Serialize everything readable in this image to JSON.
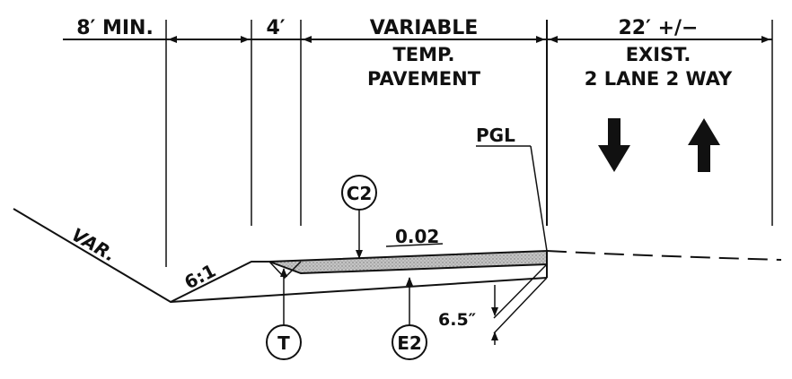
{
  "dimensions": {
    "shoulder": "8′ MIN.",
    "gap": "4′",
    "temp_pavement": [
      "VARIABLE",
      "TEMP.",
      "PAVEMENT"
    ],
    "existing": [
      "22′ +/−",
      "EXIST.",
      "2 LANE 2 WAY"
    ]
  },
  "labels": {
    "pgl": "PGL",
    "var": "VAR.",
    "slope_ratio": "6:1",
    "cross_slope": "0.02",
    "thickness": "6.5″"
  },
  "callouts": {
    "c2": "C2",
    "t": "T",
    "e2": "E2"
  },
  "colors": {
    "ink": "#111111",
    "pavement_fill": "#b8b8b8"
  },
  "icons": {
    "traffic_down": "arrow-down-icon",
    "traffic_up": "arrow-up-icon"
  }
}
